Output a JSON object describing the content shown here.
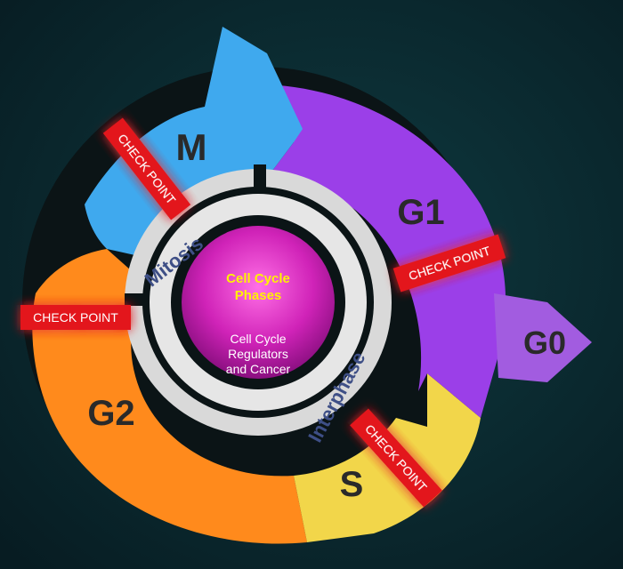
{
  "phases": {
    "m": {
      "label": "M",
      "color": "#3fa9ee"
    },
    "g1": {
      "label": "G1",
      "color": "#9b3fe8"
    },
    "g0": {
      "label": "G0",
      "color": "#a25ce0"
    },
    "s": {
      "label": "S",
      "color": "#f2d64a"
    },
    "g2": {
      "label": "G2",
      "color": "#ff8a1c"
    }
  },
  "checkpoints": {
    "mitosis": "CHECK POINT",
    "g1": "CHECK POINT",
    "g2": "CHECK POINT",
    "s": "CHECK POINT"
  },
  "ring": {
    "mitosis": "Mitosis",
    "interphase": "Interphase"
  },
  "center": {
    "title_line1": "Cell Cycle",
    "title_line2": "Phases",
    "sub_line1": "Cell Cycle",
    "sub_line2": "Regulators",
    "sub_line3": "and Cancer"
  },
  "colors": {
    "background": "#0a2a32",
    "checkpoint": "#e3151c",
    "center_title": "#fff200",
    "ring_text": "#3e4f86"
  }
}
